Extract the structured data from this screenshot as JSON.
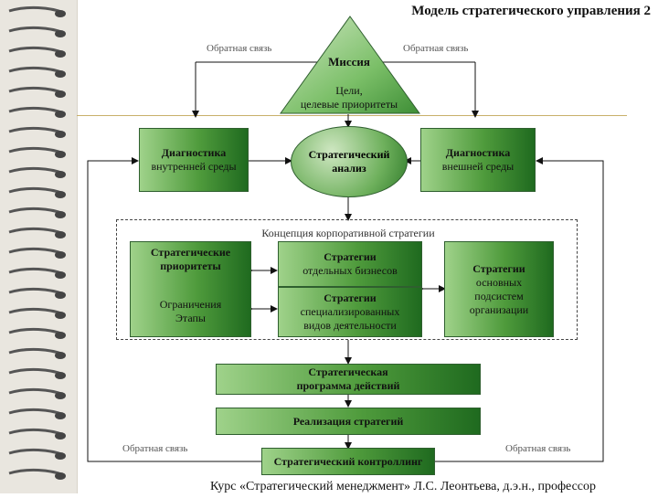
{
  "title": "Модель стратегического управления 2",
  "feedback": "Обратная связь",
  "mission": "Миссия",
  "goals": [
    "Цели,",
    "целевые приоритеты"
  ],
  "diag_internal": [
    "Диагностика",
    "внутренней среды"
  ],
  "strategic_analysis": [
    "Стратегический",
    "анализ"
  ],
  "diag_external": [
    "Диагностика",
    "внешней среды"
  ],
  "concept": "Концепция корпоративной стратегии",
  "strategic_priorities": [
    "Стратегические",
    "приоритеты"
  ],
  "limits": [
    "Ограничения",
    "Этапы"
  ],
  "strat_business": [
    "Стратегии",
    "отдельных бизнесов"
  ],
  "strat_special": [
    "Стратегии",
    "специализированных",
    "видов деятельности"
  ],
  "strat_subsys": [
    "Стратегии",
    "основных",
    "подсистем",
    "организации"
  ],
  "program": [
    "Стратегическая",
    "программа действий"
  ],
  "implementation": "Реализация стратегий",
  "controlling": "Стратегический контроллинг",
  "footer": "Курс «Стратегический менеджмент» Л.С. Леонтьева, д.э.н., профессор"
}
